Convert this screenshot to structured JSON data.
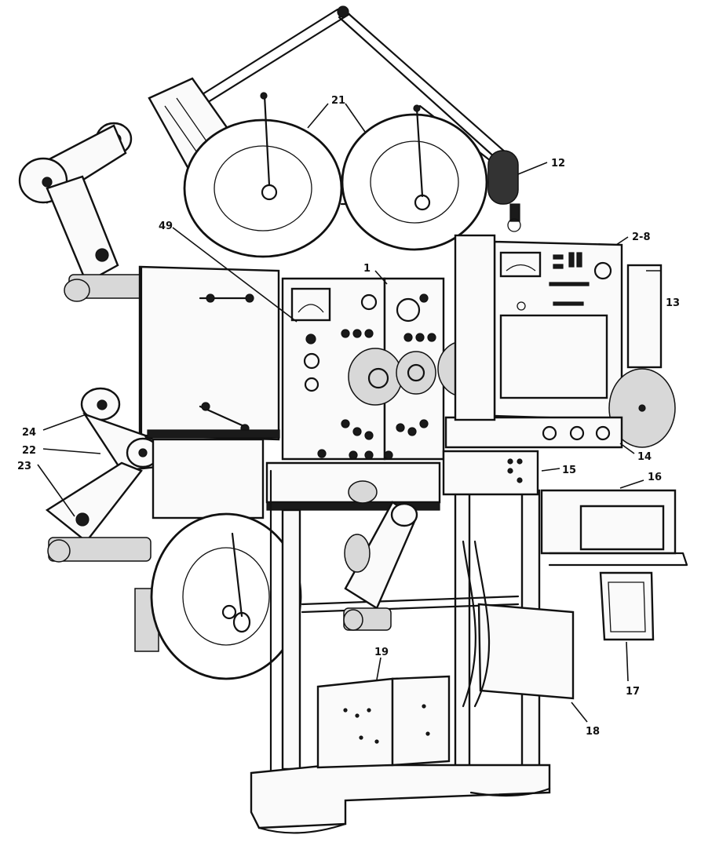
{
  "callouts": [
    {
      "id": "c21",
      "text": "21"
    },
    {
      "id": "c12",
      "text": "12"
    },
    {
      "id": "c49",
      "text": "49"
    },
    {
      "id": "c1",
      "text": "1"
    },
    {
      "id": "c28",
      "text": "2-8"
    },
    {
      "id": "c13",
      "text": "13"
    },
    {
      "id": "c24",
      "text": "24"
    },
    {
      "id": "c22",
      "text": "22"
    },
    {
      "id": "c23",
      "text": "23"
    },
    {
      "id": "c14",
      "text": "14"
    },
    {
      "id": "c15",
      "text": "15"
    },
    {
      "id": "c16",
      "text": "16"
    },
    {
      "id": "c17",
      "text": "17"
    },
    {
      "id": "c18",
      "text": "18"
    },
    {
      "id": "c19",
      "text": "19"
    }
  ]
}
